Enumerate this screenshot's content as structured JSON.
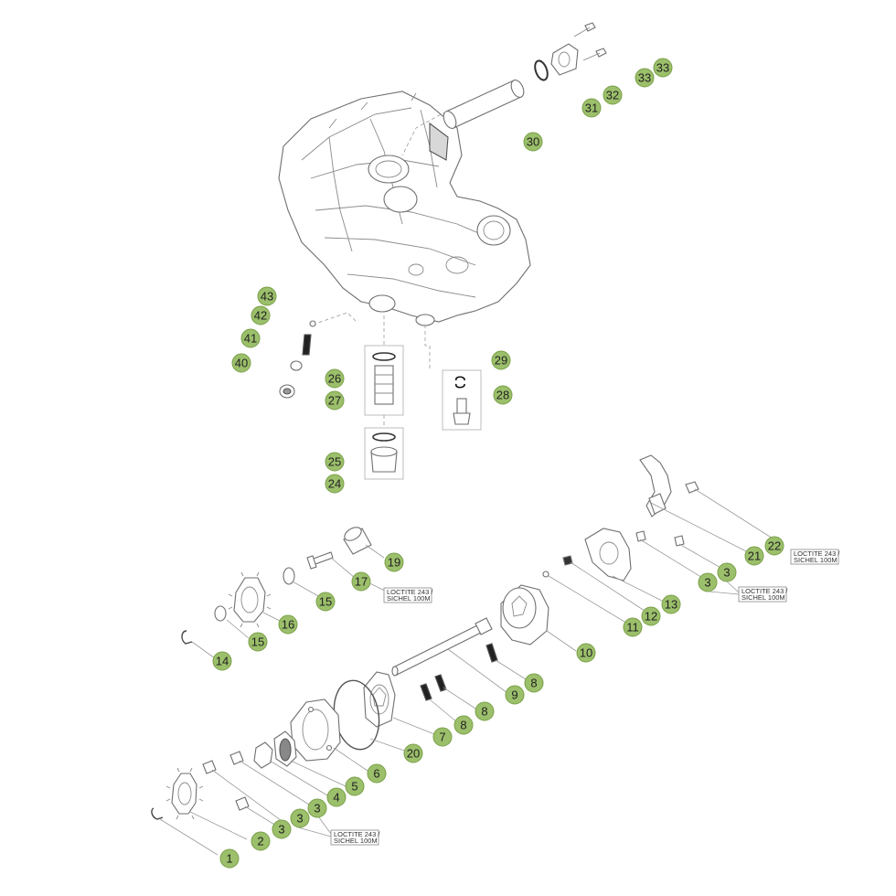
{
  "callouts": [
    {
      "id": "c33a",
      "label": "33"
    },
    {
      "id": "c33b",
      "label": "33"
    },
    {
      "id": "c32",
      "label": "32"
    },
    {
      "id": "c31",
      "label": "31"
    },
    {
      "id": "c30",
      "label": "30"
    },
    {
      "id": "c43",
      "label": "43"
    },
    {
      "id": "c42",
      "label": "42"
    },
    {
      "id": "c41",
      "label": "41"
    },
    {
      "id": "c40",
      "label": "40"
    },
    {
      "id": "c29",
      "label": "29"
    },
    {
      "id": "c28",
      "label": "28"
    },
    {
      "id": "c26",
      "label": "26"
    },
    {
      "id": "c27",
      "label": "27"
    },
    {
      "id": "c25",
      "label": "25"
    },
    {
      "id": "c24",
      "label": "24"
    },
    {
      "id": "c22",
      "label": "22"
    },
    {
      "id": "c21",
      "label": "21"
    },
    {
      "id": "c3a",
      "label": "3"
    },
    {
      "id": "c3b",
      "label": "3"
    },
    {
      "id": "c13",
      "label": "13"
    },
    {
      "id": "c12",
      "label": "12"
    },
    {
      "id": "c11",
      "label": "11"
    },
    {
      "id": "c10",
      "label": "10"
    },
    {
      "id": "c19",
      "label": "19"
    },
    {
      "id": "c17",
      "label": "17"
    },
    {
      "id": "c15a",
      "label": "15"
    },
    {
      "id": "c16",
      "label": "16"
    },
    {
      "id": "c15b",
      "label": "15"
    },
    {
      "id": "c14",
      "label": "14"
    },
    {
      "id": "c8a",
      "label": "8"
    },
    {
      "id": "c9",
      "label": "9"
    },
    {
      "id": "c8b",
      "label": "8"
    },
    {
      "id": "c8c",
      "label": "8"
    },
    {
      "id": "c7",
      "label": "7"
    },
    {
      "id": "c20",
      "label": "20"
    },
    {
      "id": "c6",
      "label": "6"
    },
    {
      "id": "c5",
      "label": "5"
    },
    {
      "id": "c4",
      "label": "4"
    },
    {
      "id": "c3c",
      "label": "3"
    },
    {
      "id": "c3d",
      "label": "3"
    },
    {
      "id": "c3e",
      "label": "3"
    },
    {
      "id": "c2",
      "label": "2"
    },
    {
      "id": "c1",
      "label": "1"
    }
  ],
  "notes": [
    {
      "id": "n22",
      "line1": "LOCTITE 243 /",
      "line2": "SICHEL 100M"
    },
    {
      "id": "n3",
      "line1": "LOCTITE 243 /",
      "line2": "SICHEL 100M"
    },
    {
      "id": "n17",
      "line1": "LOCTITE 243 /",
      "line2": "SICHEL 100M"
    },
    {
      "id": "n1",
      "line1": "LOCTITE 243 /",
      "line2": "SICHEL 100M"
    }
  ]
}
